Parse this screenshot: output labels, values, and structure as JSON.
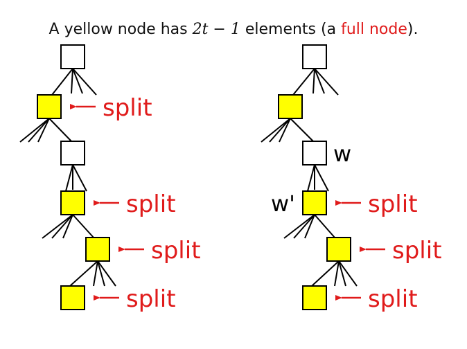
{
  "caption": {
    "prefix": "A yellow node has ",
    "formula": "2t − 1",
    "middle": " elements (a ",
    "highlight": "full node",
    "suffix": ")."
  },
  "labels": {
    "split": "split",
    "w": "w",
    "w_prime": "w'"
  },
  "colors": {
    "full_node": "#ffff00",
    "empty_node": "#ffffff",
    "stroke": "#000000",
    "accent": "#e01b1b"
  },
  "trees": [
    {
      "name": "left-tree",
      "nodes": [
        {
          "state": "empty",
          "split": false
        },
        {
          "state": "full",
          "split": true
        },
        {
          "state": "empty",
          "split": false
        },
        {
          "state": "full",
          "split": true
        },
        {
          "state": "full",
          "split": true
        },
        {
          "state": "full",
          "split": true
        }
      ]
    },
    {
      "name": "right-tree",
      "nodes": [
        {
          "state": "empty",
          "split": false
        },
        {
          "state": "full",
          "split": false
        },
        {
          "state": "empty",
          "split": false,
          "label": "w"
        },
        {
          "state": "full",
          "split": true,
          "label": "w_prime"
        },
        {
          "state": "full",
          "split": true
        },
        {
          "state": "full",
          "split": true
        }
      ]
    }
  ]
}
